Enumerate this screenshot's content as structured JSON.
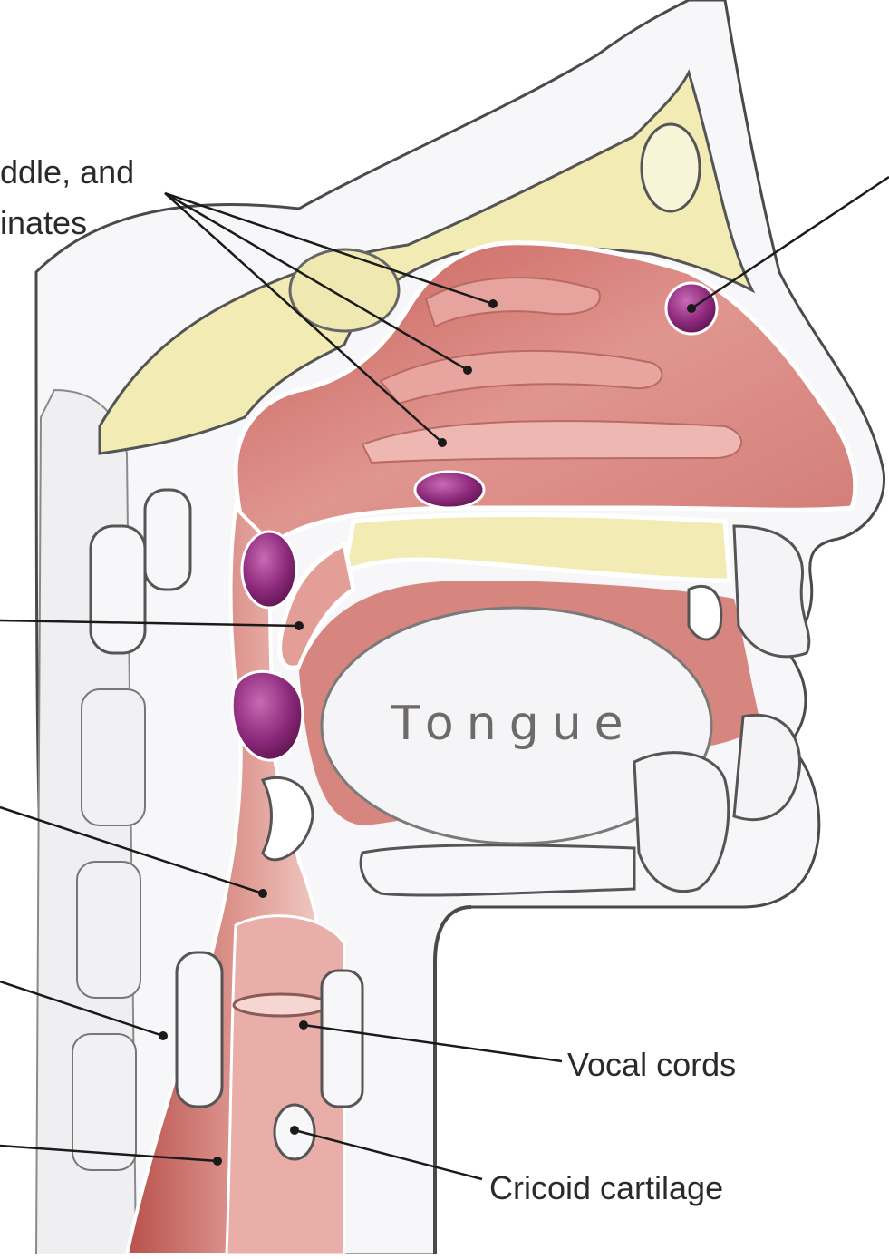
{
  "labels": {
    "turbinates_line1": "ddle, and",
    "turbinates_line2": "inates",
    "tongue": "Tongue",
    "vocal_cords": "Vocal cords",
    "cricoid_cartilage": "Cricoid cartilage"
  },
  "colors": {
    "mucosa": "#d98a86",
    "mucosa_dark": "#b8544f",
    "bone": "#f2ecb4",
    "tonsil": "#8e2a7c",
    "cartilage": "#f4f4f6",
    "outline": "#4a4a4a"
  }
}
